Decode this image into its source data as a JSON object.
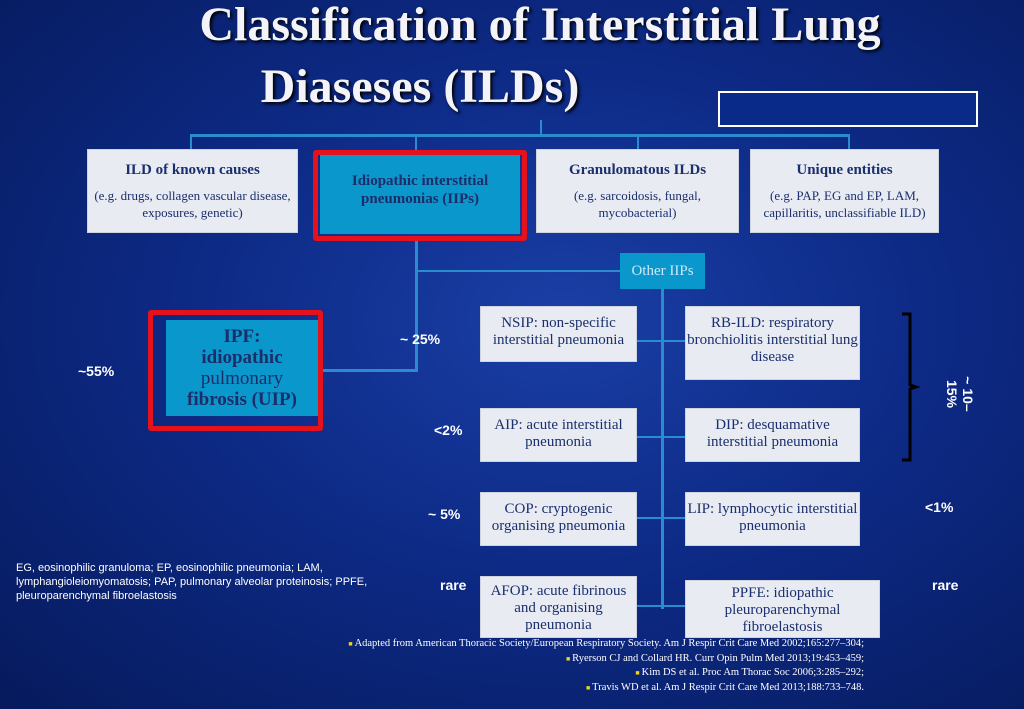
{
  "title": {
    "line1": "Classification of  Interstitial Lung",
    "line2": "Diaseses (ILDs)"
  },
  "top_boxes": [
    {
      "header": "ILD of known causes",
      "sub": "(e.g. drugs, collagen vascular disease, exposures, genetic)"
    },
    {
      "header": "Idiopathic interstitial pneumonias (IIPs)"
    },
    {
      "header": "Granulomatous ILDs",
      "sub": "(e.g. sarcoidosis, fungal, mycobacterial)"
    },
    {
      "header": "Unique entities",
      "sub": "(e.g. PAP, EG and EP, LAM, capillaritis, unclassifiable  ILD)"
    }
  ],
  "other_iips": "Other IIPs",
  "ipf": {
    "line1": "IPF:",
    "line2": "idiopathic",
    "line3": "pulmonary",
    "line4": "fibrosis (UIP)"
  },
  "left_column": [
    "NSIP: non-specific interstitial pneumonia",
    "AIP: acute interstitial pneumonia",
    "COP: cryptogenic organising pneumonia",
    "AFOP: acute fibrinous and organising pneumonia"
  ],
  "right_column": [
    "RB-ILD: respiratory bronchiolitis interstitial lung disease",
    "DIP: desquamative interstitial pneumonia",
    "LIP: lymphocytic interstitial pneumonia",
    "PPFE: idiopathic pleuroparenchymal fibroelastosis"
  ],
  "percentages": {
    "ipf": "~55%",
    "nsip": "~ 25%",
    "aip": "<2%",
    "cop": "~ 5%",
    "afop": "rare",
    "rb_dip": "~ 10–15%",
    "lip": "<1%",
    "ppfe": "rare"
  },
  "abbreviations": "EG, eosinophilic granuloma; EP, eosinophilic pneumonia; LAM, lymphangioleiomyomatosis; PAP, pulmonary alveolar proteinosis; PPFE, pleuroparenchymal fibroelastosis",
  "references": [
    "Adapted from American Thoracic Society/European Respiratory Society. Am J Respir Crit Care Med 2002;165:277–304;",
    "Ryerson CJ and Collard HR. Curr Opin Pulm Med 2013;19:453–459;",
    "Kim DS et al. Proc Am Thorac Soc 2006;3:285–292;",
    "Travis WD et al. Am J Respir Crit Care Med 2013;188:733–748."
  ],
  "colors": {
    "highlight": "#e3121d",
    "connector": "#2a8ccf",
    "box_blue": "#0a97cc",
    "box_grey": "#e9ebf2"
  }
}
